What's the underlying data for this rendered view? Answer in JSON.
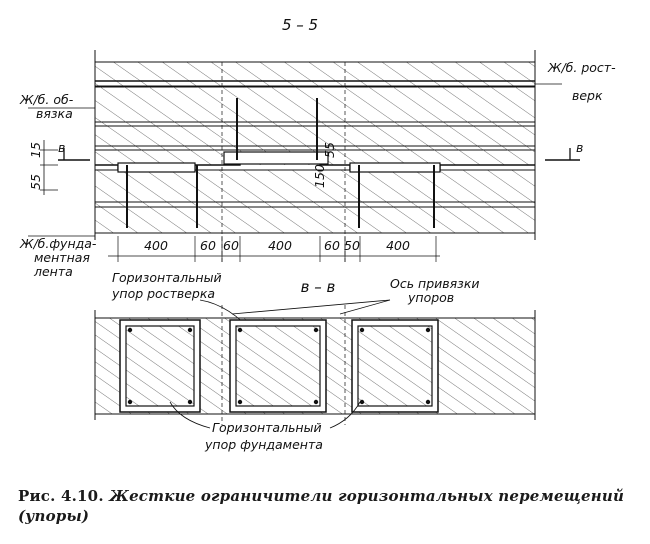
{
  "section_top": "5 – 5",
  "section_bottom": "в – в",
  "cut_mark_left": "в",
  "cut_mark_right": "в",
  "labels": {
    "obvyazka_1": "Ж/б. об-",
    "obvyazka_2": "вязка",
    "rostverk_1": "Ж/б. рост-",
    "rostverk_2": "верк",
    "lenta_1": "Ж/б.фунда-",
    "lenta_2": "ментная",
    "lenta_3": "лента",
    "upor_rostverka_1": "Горизонтальный",
    "upor_rostverka_2": "упор ростверка",
    "os_privyazki_1": "Ось привязки",
    "os_privyazki_2": "упоров",
    "upor_fundamenta_1": "Горизонтальный",
    "upor_fundamenta_2": "упор фундамента"
  },
  "dimensions": {
    "d400a": "400",
    "d60a": "60",
    "d60b": "60",
    "d400b": "400",
    "d60c": "60",
    "d50": "50",
    "d400c": "400",
    "v15": "15",
    "v55": "55",
    "v55b": "55",
    "v150": "150"
  },
  "caption": {
    "number": "Рис. 4.10.",
    "text": "Жесткие ограничители горизонтальных перемещений (упоры)"
  }
}
